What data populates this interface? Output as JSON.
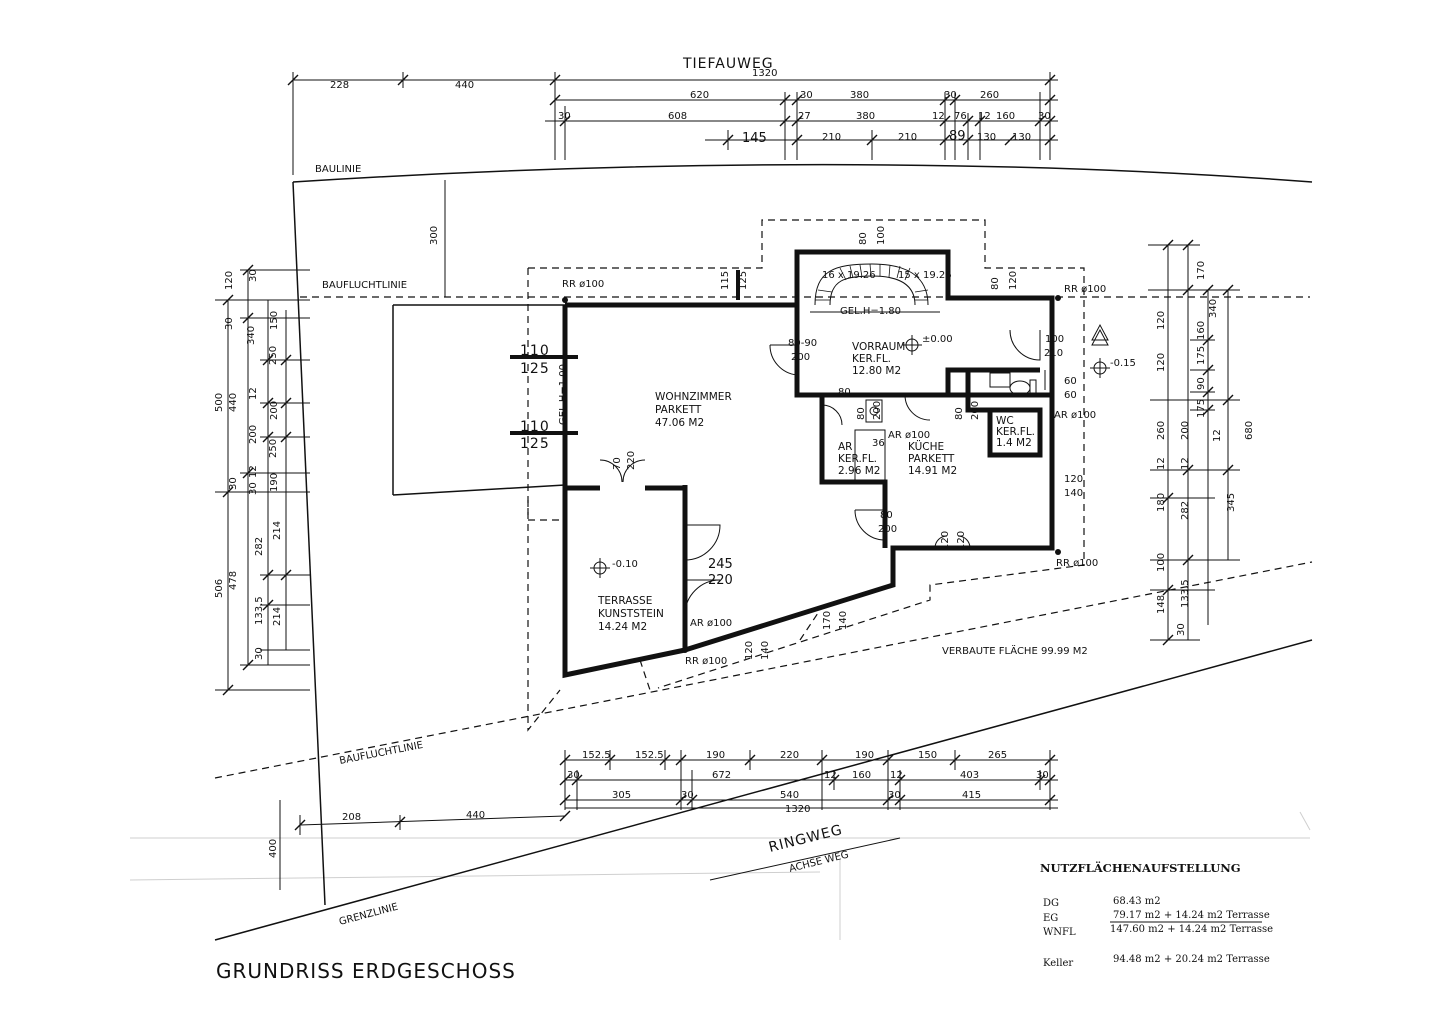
{
  "drawing": {
    "title": "GRUNDRISS ERDGESCHOSS",
    "street_top": "TIEFAUWEG",
    "street_bottom": "RINGWEG",
    "street_axis": "ACHSE WEG",
    "baulinie": "BAULINIE",
    "baufluchtlinie_top": "BAUFLUCHTLINIE",
    "baufluchtlinie_bottom": "BAUFLUCHTLINIE",
    "grenzlinie": "GRENZLINIE",
    "verbaute_flaeche": "VERBAUTE FLÄCHE 99.99 M2"
  },
  "rooms": {
    "wohnzimmer": [
      "WOHNZIMMER",
      "PARKETT",
      "47.06 M2"
    ],
    "vorraum": [
      "VORRAUM",
      "KER.FL.",
      "12.80 M2"
    ],
    "ar": [
      "AR",
      "KER.FL.",
      "2.96 M2"
    ],
    "kueche": [
      "KÜCHE",
      "PARKETT",
      "14.91 M2"
    ],
    "wc": [
      "WC",
      "KER.FL.",
      "1.4 M2"
    ],
    "terrasse": [
      "TERRASSE",
      "KUNSTSTEIN",
      "14.24 M2"
    ]
  },
  "annotations": {
    "rr_top_left": "RR ø100",
    "rr_top_right": "RR ø100",
    "rr_bottom_right": "RR ø100",
    "rr_bottom_left": "RR ø100",
    "ar_right": "AR ø100",
    "ar_bottom": "AR ø100",
    "ar_kitchen": "AR ø100",
    "level_vorraum": "±0.00",
    "level_terrasse": "-0.10",
    "level_outside": "-0.15",
    "gel": "GEL.H=1.80",
    "stair_top": "16 x 19.26",
    "stair_top2": "15 x 19.26",
    "gel_left": "GEL.H=1.00",
    "door_vorraum": [
      "80-90",
      "200"
    ],
    "door_entry": [
      "100",
      "210"
    ],
    "door_wc": [
      "60",
      "60"
    ],
    "door_ar": [
      "80",
      "200"
    ],
    "door_kueche": [
      "80",
      "200"
    ],
    "door_kueche_bottom": [
      "80",
      "200"
    ],
    "door_k_right": [
      "80",
      "200"
    ],
    "win_living_1": [
      "110",
      "125"
    ],
    "win_living_2": [
      "110",
      "125"
    ],
    "win_top": [
      "115",
      "125"
    ],
    "win_stair": [
      "80",
      "100"
    ],
    "win_wc": [
      "80",
      "120"
    ],
    "win_k_right": [
      "120",
      "140"
    ],
    "win_k_bottom": [
      "120",
      "120"
    ],
    "door_wohn": [
      "70",
      "220"
    ],
    "door_terr": [
      "245",
      "220"
    ],
    "win_bottom_1": [
      "120",
      "140"
    ],
    "win_bottom_2": [
      "170",
      "140"
    ],
    "sink": "36",
    "ar_80": "80"
  },
  "dims_top": {
    "row1": [
      "228",
      "440",
      "1320"
    ],
    "row2": [
      "620",
      "30",
      "380",
      "30",
      "260"
    ],
    "row3": [
      "30",
      "608",
      "27",
      "380",
      "12",
      "76",
      "12",
      "160",
      "30"
    ],
    "row4": [
      "145",
      "210",
      "210",
      "89",
      "130",
      "130"
    ],
    "vert": "300"
  },
  "dims_left": {
    "outer": [
      "500",
      "506"
    ],
    "col2": [
      "120",
      "30",
      "340",
      "440",
      "30",
      "478"
    ],
    "col3": [
      "30",
      "250",
      "12",
      "200",
      "12",
      "250",
      "30",
      "282",
      "133.5",
      "30"
    ],
    "col4": [
      "150",
      "200",
      "190",
      "214",
      "214"
    ]
  },
  "dims_right": {
    "outer": [
      "680"
    ],
    "col2": [
      "170",
      "340",
      "12",
      "345"
    ],
    "col3": [
      "120",
      "160",
      "175",
      "90",
      "175",
      "200",
      "12",
      "282",
      "133.5"
    ],
    "col4": [
      "120",
      "260",
      "12",
      "180",
      "100",
      "148",
      "30"
    ]
  },
  "dims_bottom": {
    "row1": [
      "152.5",
      "152.5",
      "190",
      "220",
      "190",
      "150",
      "265"
    ],
    "row2": [
      "30",
      "672",
      "12",
      "160",
      "12",
      "403",
      "30"
    ],
    "row3": [
      "305",
      "30",
      "540",
      "30",
      "415"
    ],
    "row4": [
      "1320"
    ],
    "row5": [
      "208",
      "440"
    ],
    "vert": "400"
  },
  "nutzflaechen": {
    "title": "NUTZFLÄCHENAUFSTELLUNG",
    "rows": [
      {
        "label": "DG",
        "value": "68.43 m2"
      },
      {
        "label": "EG",
        "value": "79.17 m2 + 14.24 m2 Terrasse"
      },
      {
        "label": "WNFL",
        "value": "147.60 m2 + 14.24 m2 Terrasse"
      },
      {
        "label": "Keller",
        "value": "94.48 m2 + 20.24 m2 Terrasse"
      }
    ]
  }
}
